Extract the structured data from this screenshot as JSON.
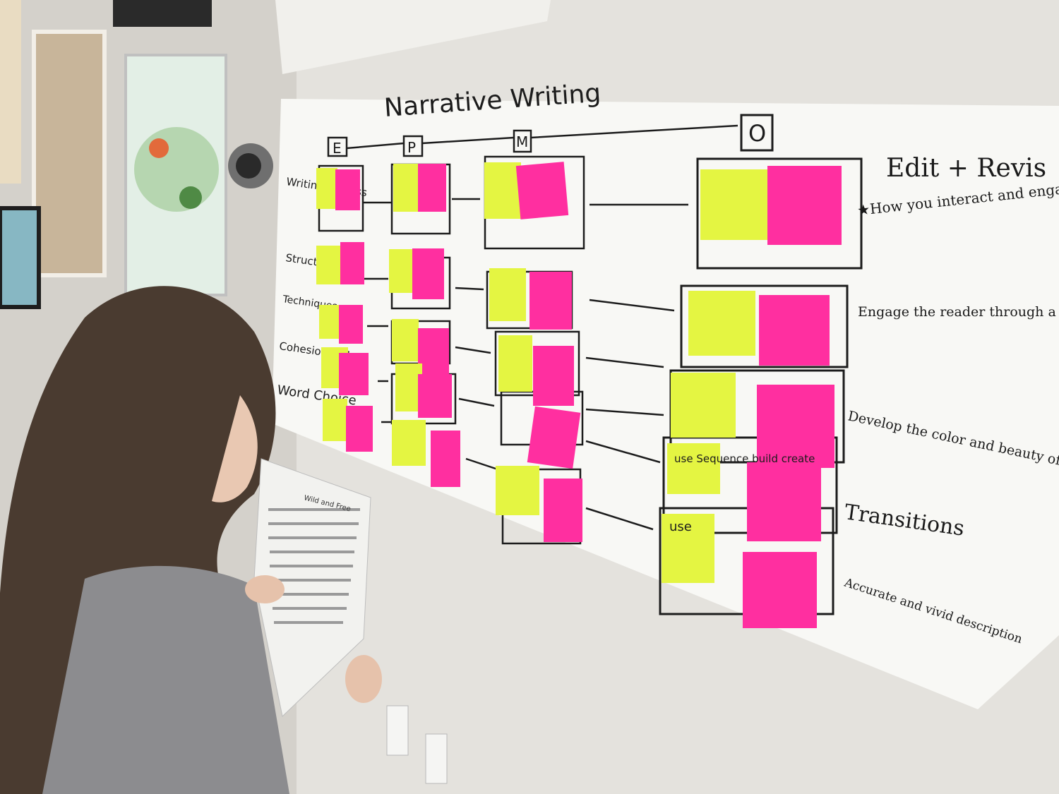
{
  "poster": {
    "title": "Narrative Writing",
    "stages": [
      "E",
      "P",
      "M",
      "O"
    ],
    "row_labels": [
      "Writing Process",
      "Structure",
      "Techniques",
      "Cohesion + flow",
      "Word Choice"
    ],
    "descriptions": [
      "Edit + Revis",
      "★How you interact and engage with writing",
      "Engage the reader through a well developed plot line",
      "Develop the color and beauty of the story",
      "Transitions",
      "Accurate and vivid description"
    ],
    "sticky_notes": [
      "use Sequence build create",
      "use"
    ]
  },
  "handout": {
    "title": "Wild and Free"
  },
  "colors": {
    "sticky_yellow": "#e4f542",
    "sticky_pink": "#ff2fa0",
    "paper": "#f7f7f4",
    "wall": "#e6e4df",
    "marker": "#1c1c1c"
  }
}
